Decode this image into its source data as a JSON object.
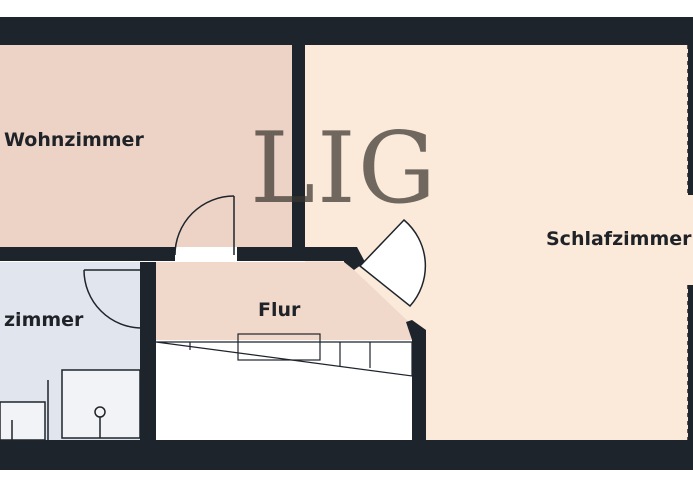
{
  "watermark": {
    "text": "LIG"
  },
  "rooms": {
    "living_room": {
      "label": "Wohnzimmer"
    },
    "bedroom": {
      "label": "Schlafzimmer"
    },
    "hallway": {
      "label": "Flur"
    },
    "bathroom": {
      "label": "zimmer"
    }
  },
  "colors": {
    "wall": "#1e242c",
    "living_room_floor": "#ecd3c6",
    "bedroom_floor": "#fbe9d9",
    "hallway_floor": "#f0d8cb",
    "bathroom_floor": "#e1e5ee",
    "fixture": "#f2f3f6"
  }
}
